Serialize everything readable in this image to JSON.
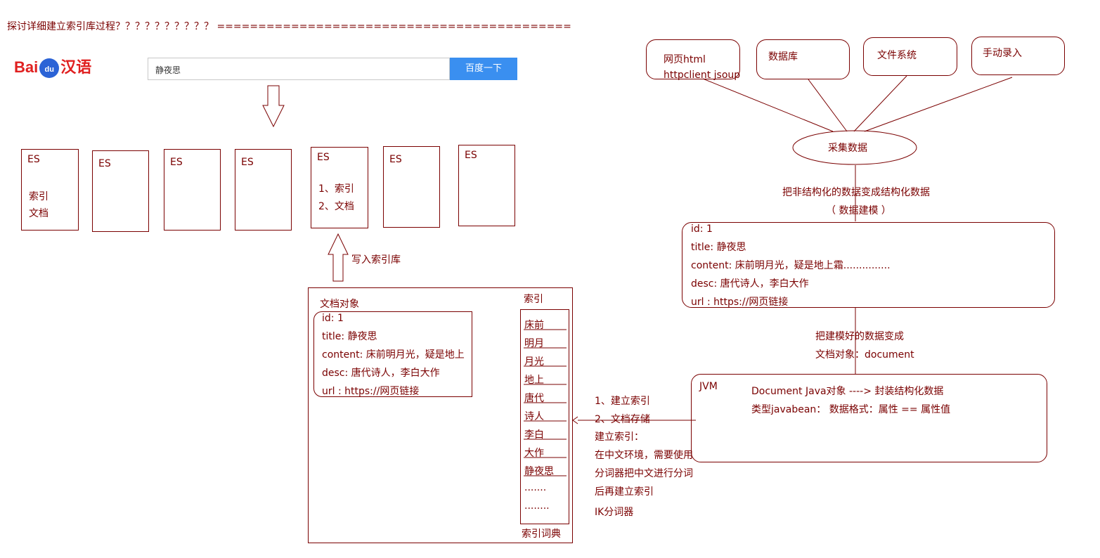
{
  "header": {
    "title": "探讨详细建立索引库过程？？？？？？？？？？ ==========================================="
  },
  "baidu": {
    "logo_text": "Bai",
    "logo_paw": "du",
    "logo_suffix": "汉语",
    "search_value": "静夜思",
    "search_button": "百度一下"
  },
  "es_nodes": [
    {
      "label": "ES",
      "lines": [
        "索引",
        "文档"
      ]
    },
    {
      "label": "ES",
      "lines": []
    },
    {
      "label": "ES",
      "lines": []
    },
    {
      "label": "ES",
      "lines": []
    },
    {
      "label": "ES",
      "lines": [
        "1、索引",
        "2、文档"
      ]
    },
    {
      "label": "ES",
      "lines": []
    },
    {
      "label": "ES",
      "lines": []
    }
  ],
  "write_label": "写入索引库",
  "doc_section": {
    "label": "文档对象",
    "fields": [
      "id: 1",
      "title: 静夜思",
      "content: 床前明月光，疑是地上",
      "desc: 唐代诗人，李白大作",
      "url : https://网页链接"
    ]
  },
  "index_section": {
    "label": "索引",
    "terms": [
      "床前",
      "明月",
      "月光",
      "地上",
      "唐代",
      "诗人",
      "李白",
      "大作",
      "静夜思",
      ".......",
      "........"
    ],
    "footer": "索引词典"
  },
  "steps": [
    "1、建立索引",
    "2、文档存储",
    "建立索引：",
    "在中文环境，需要使用",
    "分词器把中文进行分词",
    "后再建立索引",
    "IK分词器"
  ],
  "sources": [
    "网页html\nhttpclient jsoup",
    "数据库",
    "文件系统",
    "手动录入"
  ],
  "source_lines": [
    [
      "网页html",
      "httpclient jsoup"
    ]
  ],
  "collect": "采集数据",
  "transform_label": [
    "把非结构化的数据变成结构化数据",
    "（ 数据建模 ）"
  ],
  "model_fields": [
    "id: 1",
    "title: 静夜思",
    "content: 床前明月光，疑是地上霜...............",
    "desc: 唐代诗人，李白大作",
    "url : https://网页链接"
  ],
  "convert_label": [
    "把建模好的数据变成",
    "文档对象：document"
  ],
  "jvm": {
    "label": "JVM",
    "line1": "Document  Java对象 ---->  封装结构化数据",
    "line2": "类型javabean： 数据格式：属性 == 属性值"
  },
  "colors": {
    "stroke": "#7a0000",
    "button": "#3a8ff0",
    "logo_red": "#e02020",
    "logo_blue": "#2b63d6"
  }
}
